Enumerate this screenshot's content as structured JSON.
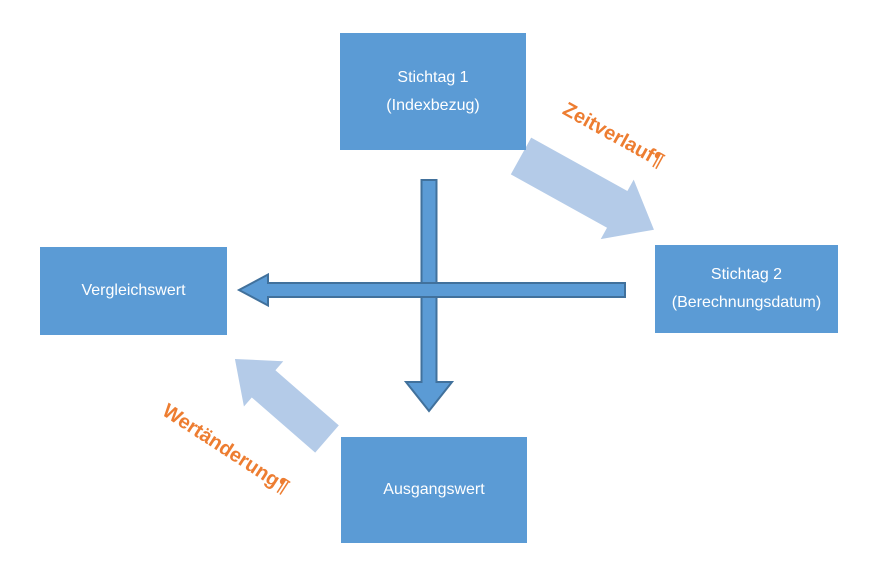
{
  "diagram": {
    "title": "",
    "nodes": [
      {
        "id": "stichtag1",
        "line1": "Stichtag 1",
        "line2": "(Indexbezug)"
      },
      {
        "id": "stichtag2",
        "line1": "Stichtag 2",
        "line2": "(Berechnungsdatum)"
      },
      {
        "id": "vergleichswert",
        "line1": "Vergleichswert",
        "line2": ""
      },
      {
        "id": "ausgangswert",
        "line1": "Ausgangswert",
        "line2": ""
      }
    ],
    "edge_labels": [
      {
        "id": "zeitverlauf",
        "text": "Zeitverlauf¶"
      },
      {
        "id": "wertaenderung",
        "text": "Wertänderung¶"
      }
    ],
    "arrows": [
      {
        "id": "arrow-down",
        "from": "stichtag1",
        "to": "ausgangswert",
        "style": "cross"
      },
      {
        "id": "arrow-left",
        "from": "stichtag2",
        "to": "vergleichswert",
        "style": "cross"
      },
      {
        "id": "arrow-time",
        "from": "stichtag1",
        "to": "stichtag2",
        "style": "diagonal",
        "label": "Zeitverlauf¶"
      },
      {
        "id": "arrow-value",
        "from": "ausgangswert",
        "to": "vergleichswert",
        "style": "diagonal",
        "label": "Wertänderung¶"
      }
    ],
    "colors": {
      "node_fill": "#5B9BD5",
      "node_text": "#FFFFFF",
      "cross_arrow_fill": "#5B9BD5",
      "cross_arrow_stroke": "#41719C",
      "diagonal_arrow_fill": "#B4CBE8",
      "edge_label_color": "#ED7D31",
      "background": "#FFFFFF"
    }
  }
}
